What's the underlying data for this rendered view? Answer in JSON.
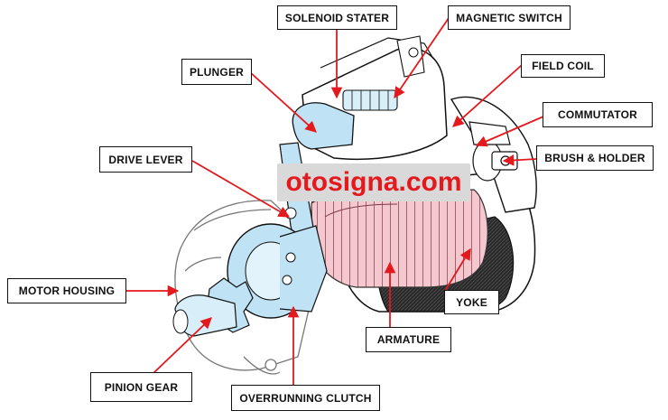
{
  "labels": {
    "solenoid_stater": "SOLENOID STATER",
    "magnetic_switch": "MAGNETIC SWITCH",
    "plunger": "PLUNGER",
    "field_coil": "FIELD COIL",
    "commutator": "COMMUTATOR",
    "drive_lever": "DRIVE LEVER",
    "brush_holder": "BRUSH & HOLDER",
    "motor_housing": "MOTOR HOUSING",
    "yoke": "YOKE",
    "armature": "ARMATURE",
    "pinion_gear": "PINION GEAR",
    "overrunning_clutch": "OVERRUNNING CLUTCH"
  },
  "watermark": "otosigna.com",
  "colors": {
    "arrow": "#e3191e",
    "armature_coil": "#f2b8c0",
    "clutch_blue": "#bfe3f5",
    "yoke_dark": "#2b2b2b",
    "outline": "#111111"
  }
}
